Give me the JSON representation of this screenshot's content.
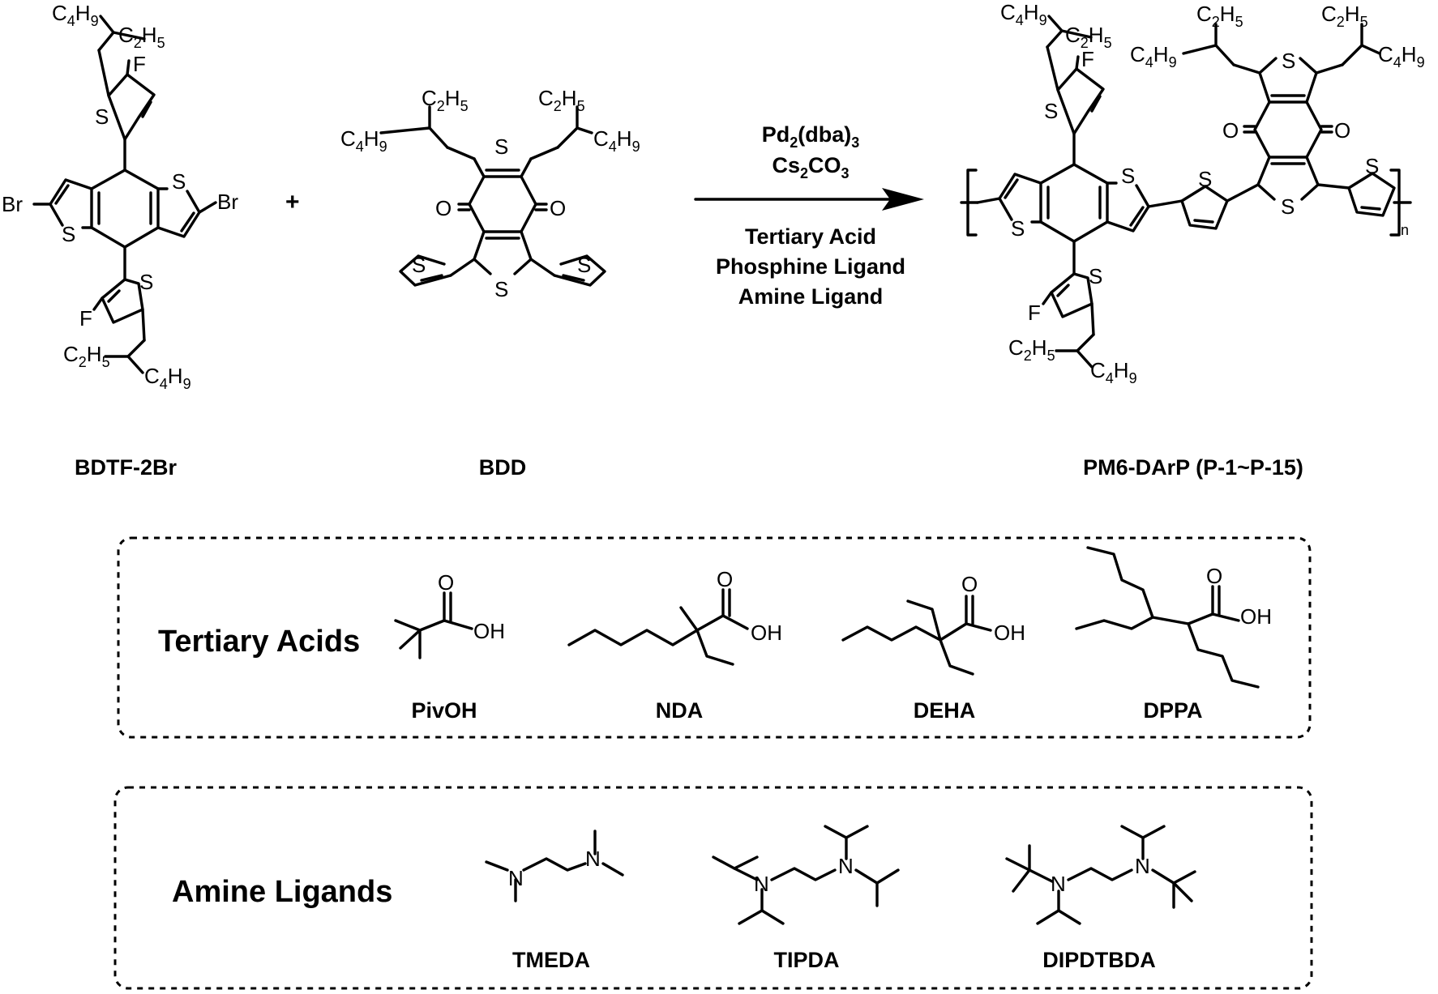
{
  "reaction": {
    "plus": "+",
    "conditions": {
      "catalyst": {
        "pre": "Pd",
        "sub1": "2",
        "mid": "(dba)",
        "sub2": "3"
      },
      "base": {
        "pre": "Cs",
        "sub1": "2",
        "mid": "CO",
        "sub2": "3"
      },
      "additive_1": "Tertiary Acid",
      "additive_2": "Phosphine Ligand",
      "additive_3": "Amine Ligand"
    },
    "repeat_unit_subscript": "n"
  },
  "compounds": {
    "monomer_1": "BDTF-2Br",
    "monomer_2": "BDD",
    "product": "PM6-DArP (P-1~P-15)"
  },
  "atoms": {
    "bromine": "Br",
    "fluorine": "F",
    "sulfur": "S",
    "oxygen": "O",
    "hydroxyl": "OH",
    "nitrogen": "N"
  },
  "alkyl": {
    "butyl": {
      "pre": "C",
      "sub1": "4",
      "mid": "H",
      "sub2": "9"
    },
    "ethyl": {
      "pre": "C",
      "sub1": "2",
      "mid": "H",
      "sub2": "5"
    }
  },
  "tertiary_acids": {
    "title": "Tertiary Acids",
    "items": [
      "PivOH",
      "NDA",
      "DEHA",
      "DPPA"
    ]
  },
  "amine_ligands": {
    "title": "Amine Ligands",
    "items": [
      "TMEDA",
      "TIPDA",
      "DIPDTBDA"
    ]
  }
}
